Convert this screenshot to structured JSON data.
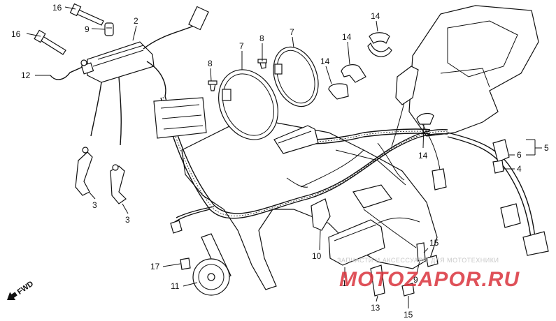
{
  "diagram": {
    "callouts": {
      "c16a": "16",
      "c16b": "16",
      "c9a": "9",
      "c2": "2",
      "c12": "12",
      "c8a": "8",
      "c7a": "7",
      "c8b": "8",
      "c7b": "7",
      "c14a": "14",
      "c14b": "14",
      "c14c": "14",
      "c14d": "14",
      "c6": "6",
      "c5": "5",
      "c4": "4",
      "c3a": "3",
      "c3b": "3",
      "c10": "10",
      "c1": "1",
      "c15a": "15",
      "c9b": "9",
      "c13": "13",
      "c15b": "15",
      "c17": "17",
      "c11": "11"
    },
    "direction_marker": "FWD",
    "watermark": {
      "line1": "ЗАПЧАСТИ И АКСЕССУАРЫ ДЛЯ МОТОТЕХНИКИ",
      "line2": "MOTOZAPOR.RU",
      "color": "#d9323c"
    }
  }
}
